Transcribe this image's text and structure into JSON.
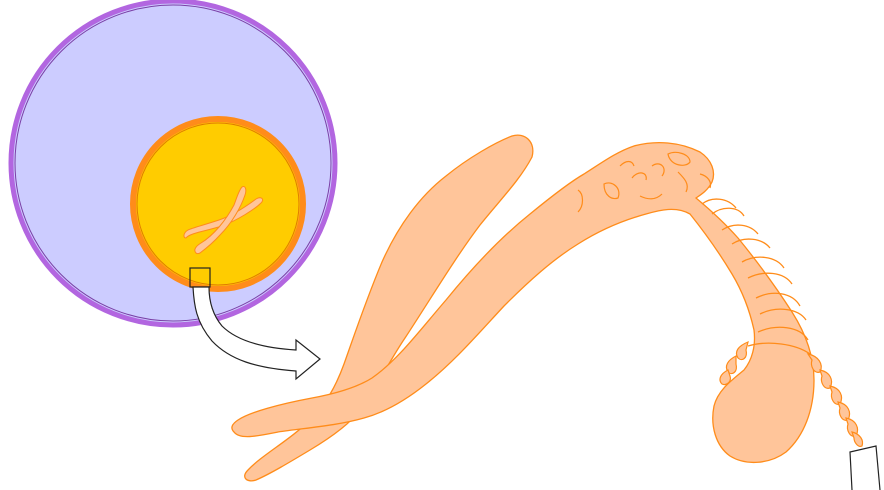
{
  "diagram": {
    "description_text": [],
    "colors": {
      "cell_fill": "#ccccff",
      "cell_border": "#b266e0",
      "nucleus_fill": "#ffcc00",
      "nucleus_border": "#ff8c1a",
      "chromatin_fill": "#ffc59a",
      "chromatin_stroke": "#ff8c1a",
      "outline_stroke": "#222222",
      "background": "#ffffff"
    },
    "icons": [
      "cell-membrane",
      "nucleus",
      "chromosome",
      "zoom-box",
      "curved-arrow",
      "dna-strand"
    ]
  }
}
